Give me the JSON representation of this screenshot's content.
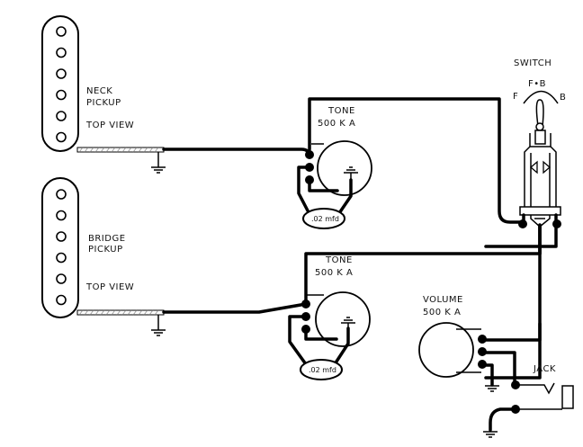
{
  "diagram": {
    "type": "guitar-wiring-schematic",
    "neck_pickup": {
      "name": "NECK",
      "name2": "PICKUP",
      "view": "TOP VIEW",
      "pole_count": 6
    },
    "bridge_pickup": {
      "name": "BRIDGE",
      "name2": "PICKUP",
      "view": "TOP VIEW",
      "pole_count": 6
    },
    "tone_neck": {
      "title": "TONE",
      "value": "500 K A",
      "capacitor": ".02 mfd"
    },
    "tone_bridge": {
      "title": "TONE",
      "value": "500 K A",
      "capacitor": ".02 mfd"
    },
    "switch": {
      "title": "SWITCH",
      "pos_front": "F",
      "pos_both": "F•B",
      "pos_back": "B"
    },
    "volume": {
      "title": "VOLUME",
      "value": "500 K A"
    },
    "jack": {
      "title": "JACK"
    },
    "colors": {
      "ink": "#000000",
      "background": "#ffffff"
    }
  }
}
